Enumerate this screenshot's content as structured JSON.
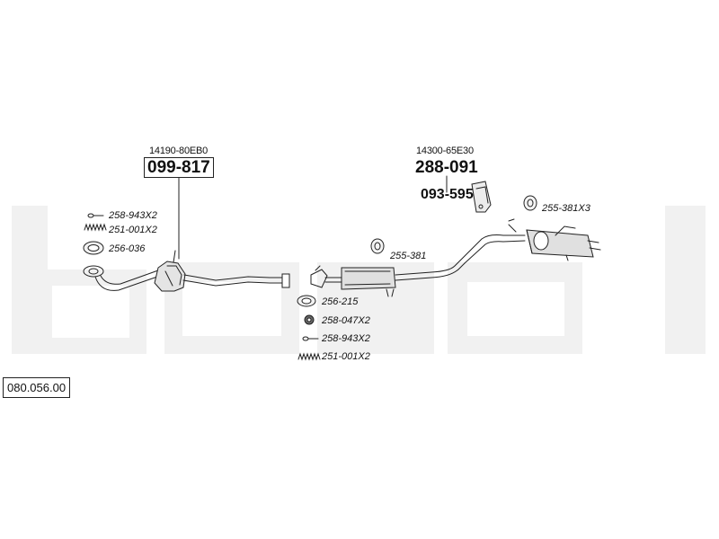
{
  "watermark": {
    "text": "bosal"
  },
  "reference": "080.056.00",
  "oem_numbers": {
    "front": "14190-80EB0",
    "rear": "14300-65E30"
  },
  "main_parts": {
    "front_pipe": "099-817",
    "rear_section": "288-091",
    "rear_bracket": "093-595"
  },
  "small_parts": {
    "front_bolt": "258-943X2",
    "front_spring": "251-001X2",
    "front_gasket": "256-036",
    "mid_gasket": "256-215",
    "mid_ring": "258-047X2",
    "mid_bolt": "258-943X2",
    "mid_spring": "251-001X2",
    "mid_hanger": "255-381",
    "rear_hanger": "255-381X3"
  }
}
